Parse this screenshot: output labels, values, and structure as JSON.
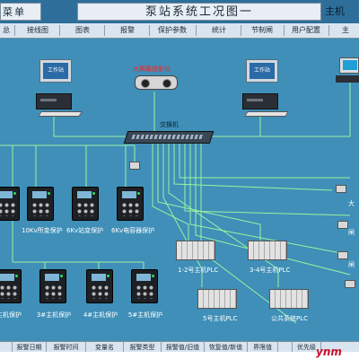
{
  "header": {
    "menu_label": "菜单",
    "title": "泵站系统工况图一",
    "host_label": "主机"
  },
  "nav": [
    "总",
    "接线图",
    "图表",
    "报警",
    "保护参数",
    "统计",
    "节制闸",
    "用户配置",
    "主"
  ],
  "diagram": {
    "workstation_left_label": "工作站",
    "workstation_right_label": "工作站",
    "projector_label": "大屏幕投影仪",
    "switch_label": "交换机",
    "relays_top": [
      "",
      "10Kv所变保护",
      "6Kv站变保护",
      "6Kv电容器保护"
    ],
    "relays_bottom": [
      "主机保护",
      "3#主机保护",
      "4#主机保护",
      "5#主机保护"
    ],
    "plc_labels": [
      "1-2号主机PLC",
      "3-4号主机PLC",
      "5号主机PLC",
      "公共系统PLC"
    ],
    "right_labels": [
      "大",
      "闸",
      "闸"
    ]
  },
  "table_header": {
    "columns": [
      "",
      "报警日期",
      "报警时间",
      "变量名",
      "报警类型",
      "报警值/旧值",
      "恢复值/新值",
      "界限值",
      "",
      "优先级"
    ]
  },
  "watermark": "ynm"
}
